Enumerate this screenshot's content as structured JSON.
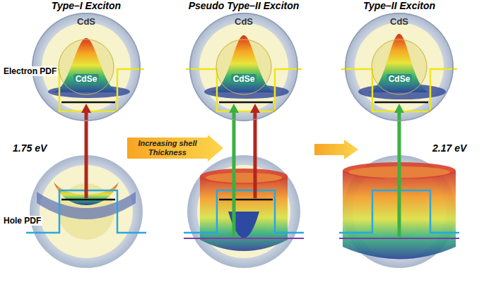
{
  "diagram": {
    "nodes": [
      {
        "text": [
          "CdS"
        ]
      },
      {
        "text": [
          "CdSe"
        ],
        "in": 0
      },
      {
        "text": [
          "CdS"
        ]
      },
      {
        "text": [
          "CdSe"
        ],
        "in": 2
      },
      {
        "text": [
          "CdS"
        ]
      },
      {
        "text": [
          "CdSe"
        ],
        "in": 4
      },
      {
        "text": [
          "Increasing shell Thickness"
        ]
      }
    ],
    "labels": [
      "Type–I Exciton",
      "Pseudo Type–II Exciton",
      "Type–II Exciton",
      "Electron PDF",
      "Hole PDF",
      "1.75 eV",
      "2.17 eV"
    ]
  }
}
